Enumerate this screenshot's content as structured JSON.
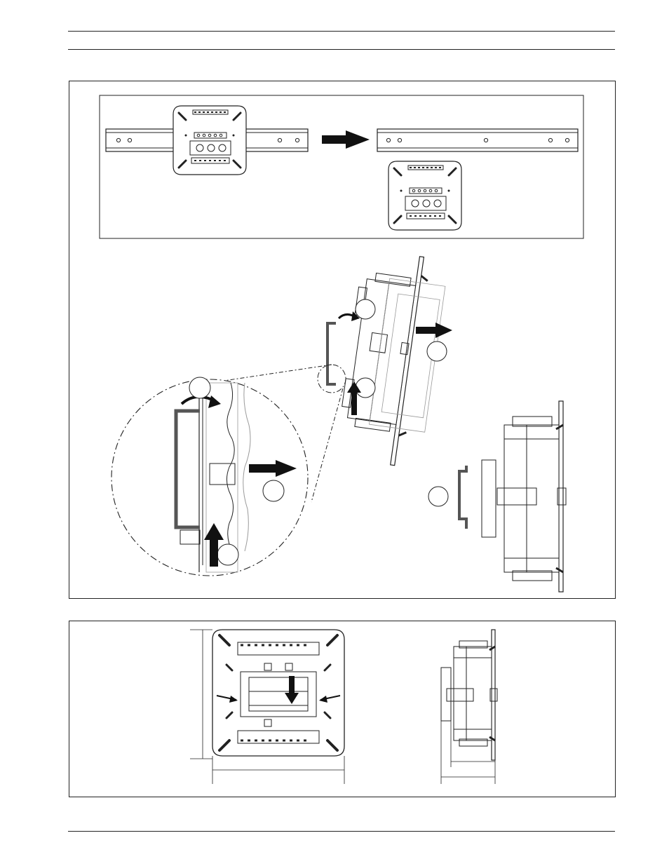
{
  "document": {
    "header_rules": 2,
    "footer_rules": 1
  },
  "figures": {
    "rail_removal": {
      "steps": [
        "mounted-on-rail",
        "removed-from-rail"
      ],
      "arrow_color": "#111111"
    },
    "side_detach": {
      "callouts": [
        "",
        "",
        "",
        "",
        ""
      ],
      "arrow_color": "#111111"
    },
    "dimensions": {
      "views": [
        "front-view",
        "side-view"
      ]
    }
  },
  "colors": {
    "line": "#222222",
    "arrow": "#111111",
    "light": "#9a9a9a"
  }
}
